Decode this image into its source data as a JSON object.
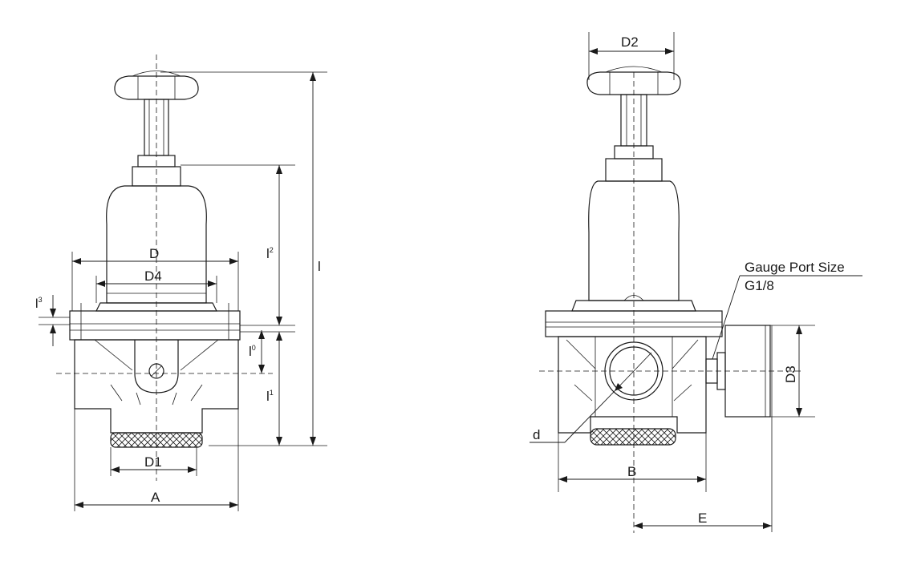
{
  "left_view": {
    "labels": {
      "D": "D",
      "D4": "D4",
      "D1": "D1",
      "A": "A",
      "l": "l",
      "l1_main": "l",
      "l1_sub": "1",
      "l2_main": "l",
      "l2_sub": "2",
      "l3_main": "l",
      "l3_sub": "3",
      "l0_main": "l",
      "l0_sub": "0"
    }
  },
  "right_view": {
    "labels": {
      "D2": "D2",
      "D3": "D3",
      "B": "B",
      "E": "E",
      "d": "d",
      "gauge_port_title": "Gauge Port Size",
      "gauge_port_value": "G1/8"
    }
  }
}
